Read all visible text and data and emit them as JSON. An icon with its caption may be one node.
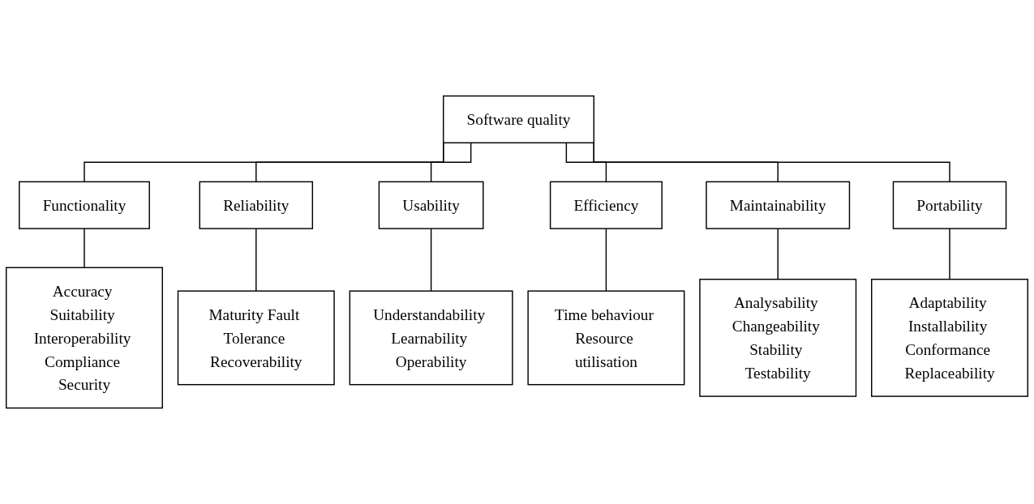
{
  "diagram": {
    "nodes": [
      {
        "text": [
          "Software quality"
        ]
      },
      {
        "text": [
          "Functionality"
        ]
      },
      {
        "text": [
          "Reliability"
        ]
      },
      {
        "text": [
          "Usability"
        ]
      },
      {
        "text": [
          "Efficiency"
        ]
      },
      {
        "text": [
          "Maintainability"
        ]
      },
      {
        "text": [
          "Portability"
        ]
      },
      {
        "text": [
          "Accuracy Suitability Interoperability Compliance Security"
        ]
      },
      {
        "text": [
          "Maturity Fault Tolerance Recoverability"
        ]
      },
      {
        "text": [
          "Understandability Learnability Operability"
        ]
      },
      {
        "text": [
          "Time behaviour Resource utilisation"
        ]
      },
      {
        "text": [
          "Analysability Changeability Stability Testability"
        ]
      },
      {
        "text": [
          "Adaptability Installability Conformance Replaceability"
        ]
      }
    ],
    "edges": [
      {
        "from": 0,
        "to": 1,
        "arrow": "none"
      },
      {
        "from": 0,
        "to": 2,
        "arrow": "none"
      },
      {
        "from": 0,
        "to": 3,
        "arrow": "none"
      },
      {
        "from": 0,
        "to": 4,
        "arrow": "none"
      },
      {
        "from": 0,
        "to": 5,
        "arrow": "none"
      },
      {
        "from": 0,
        "to": 6,
        "arrow": "none"
      },
      {
        "from": 1,
        "to": 7,
        "arrow": "none"
      },
      {
        "from": 2,
        "to": 8,
        "arrow": "none"
      },
      {
        "from": 3,
        "to": 9,
        "arrow": "none"
      },
      {
        "from": 4,
        "to": 10,
        "arrow": "none"
      },
      {
        "from": 5,
        "to": 11,
        "arrow": "none"
      },
      {
        "from": 6,
        "to": 12,
        "arrow": "none"
      }
    ]
  }
}
